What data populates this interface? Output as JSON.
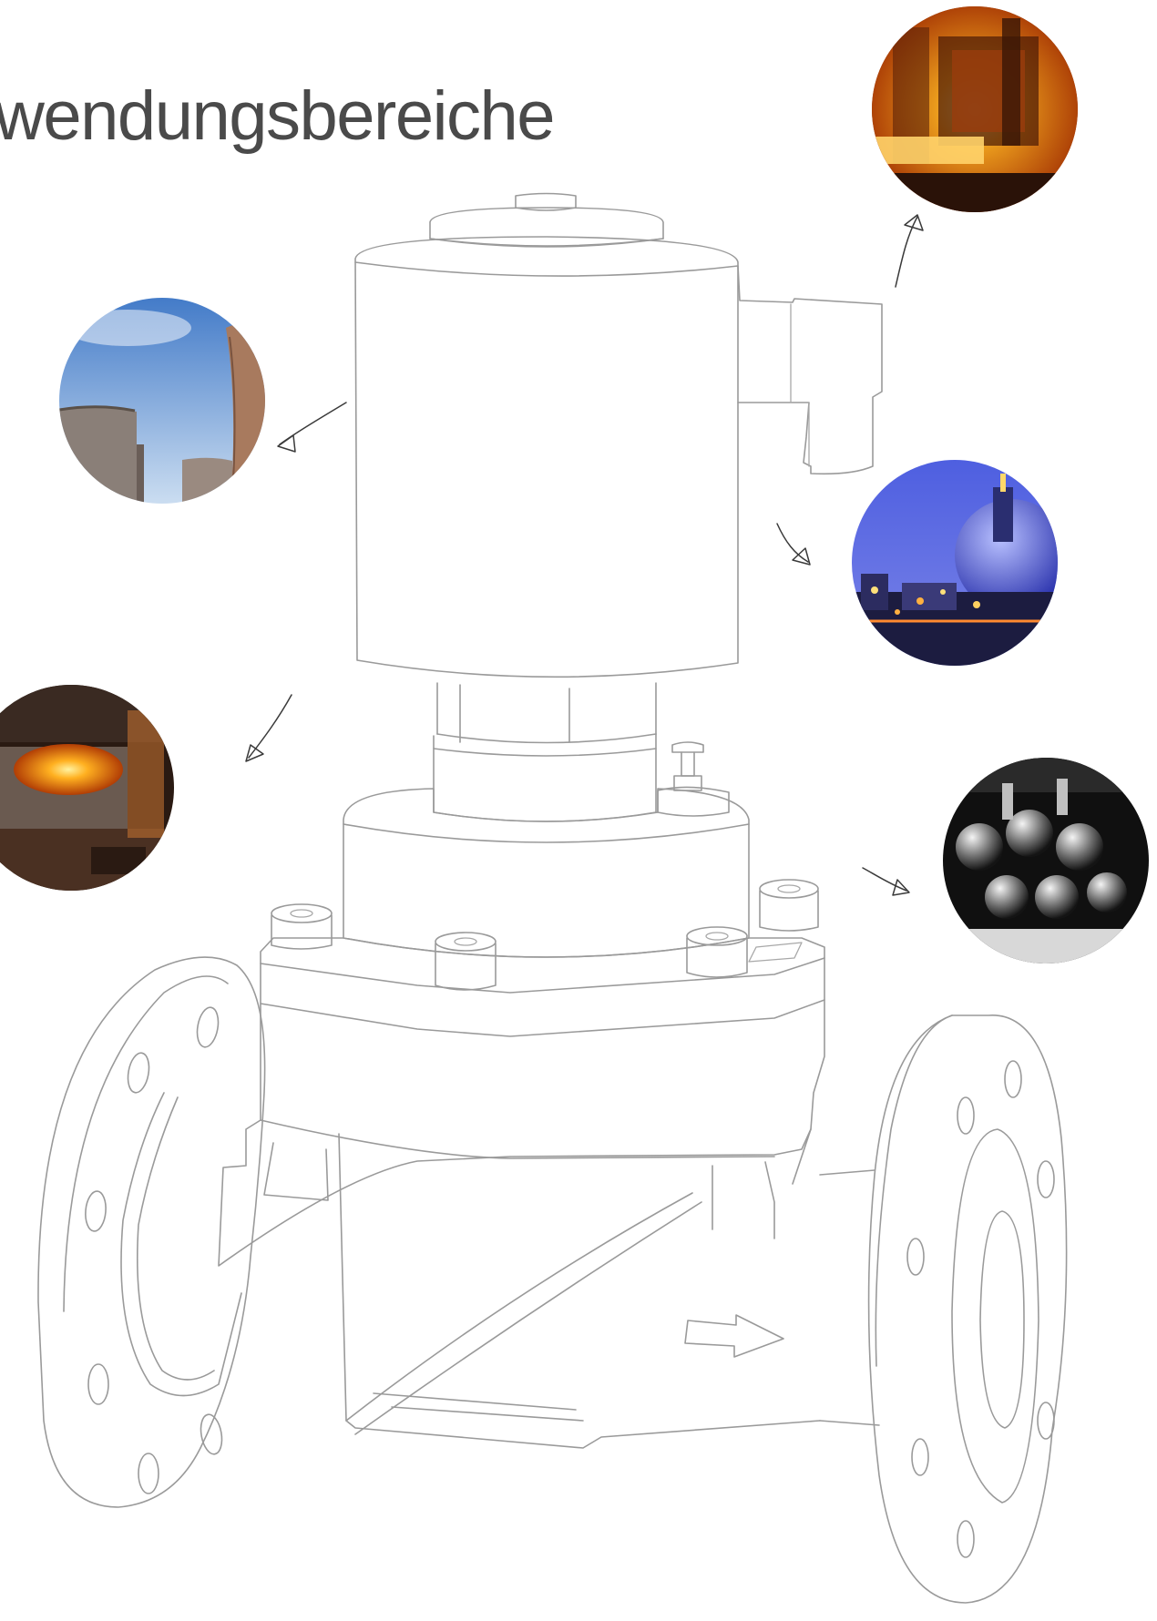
{
  "title": "wendungsbereiche",
  "colors": {
    "line": "#9a9a9a",
    "arrow": "#3a3a3a",
    "title": "#4a4a4a"
  },
  "photos": [
    {
      "name": "steel-mill-photo",
      "subject": "steel-mill"
    },
    {
      "name": "cooling-towers-photo",
      "subject": "cooling-towers"
    },
    {
      "name": "refinery-photo",
      "subject": "refinery"
    },
    {
      "name": "forge-furnace-photo",
      "subject": "forge-furnace"
    },
    {
      "name": "engine-valves-photo",
      "subject": "engine-valves"
    }
  ]
}
